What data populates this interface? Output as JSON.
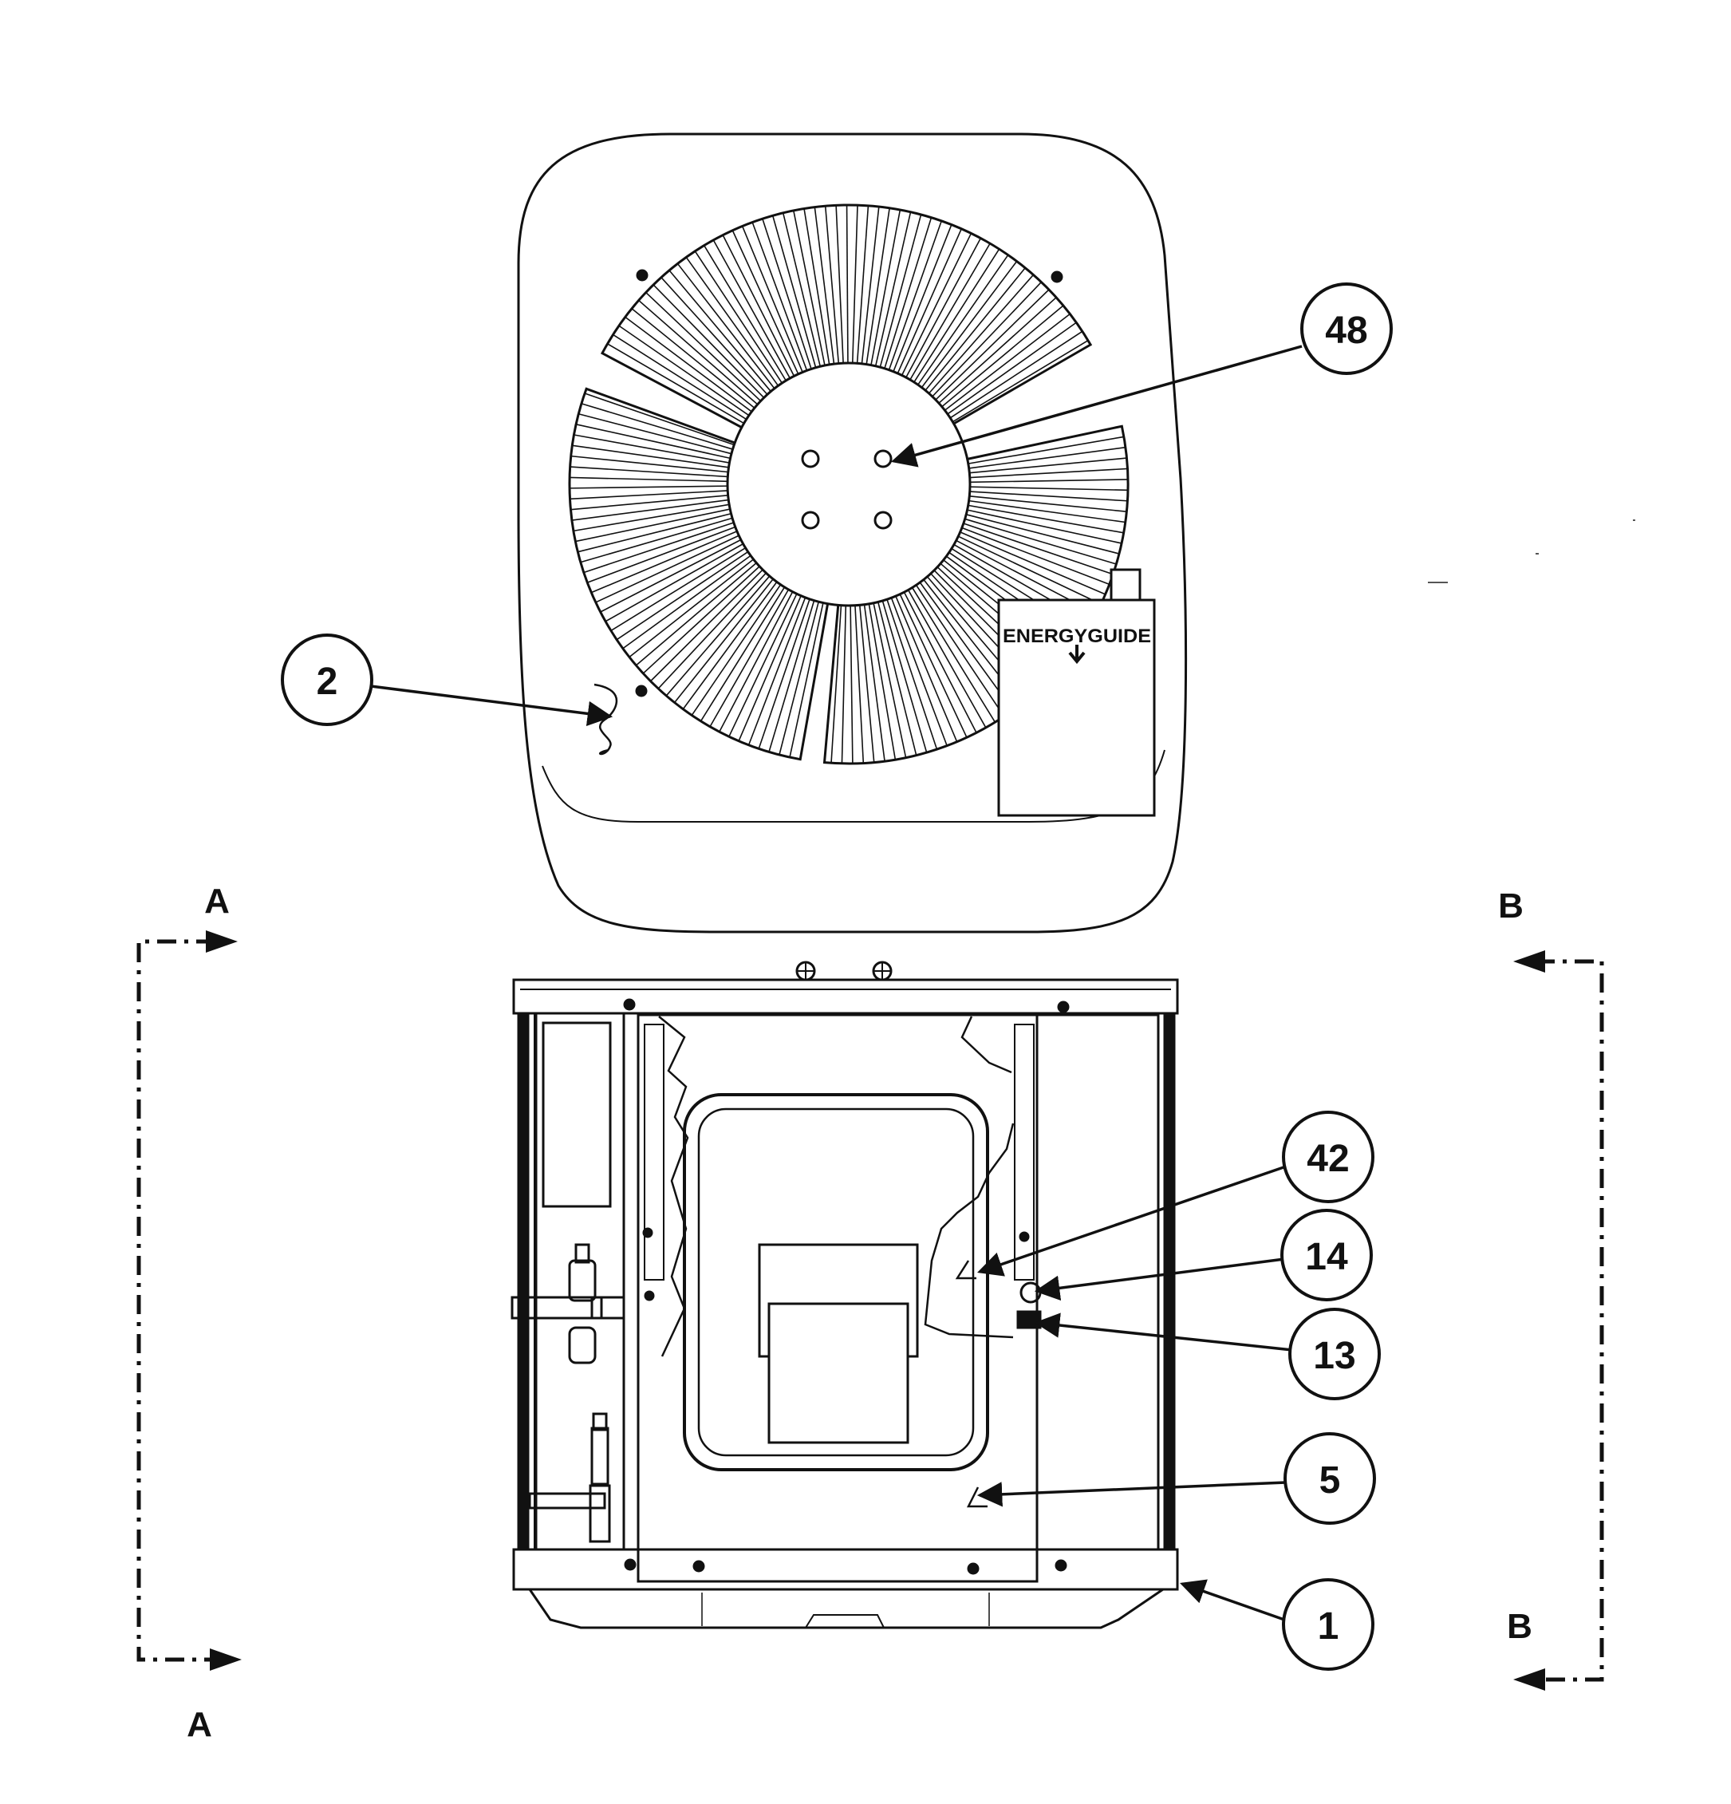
{
  "colors": {
    "ink": "#111111",
    "paper": "#ffffff",
    "panel_shade": "#f4f4f4"
  },
  "top_view": {
    "label": {
      "text": "ENERGYGUIDE",
      "icon": "arrow-down-icon"
    }
  },
  "callouts": {
    "c48": "48",
    "c2": "2",
    "c42": "42",
    "c14": "14",
    "c13": "13",
    "c5": "5",
    "c1": "1"
  },
  "section_markers": {
    "a_top": "A",
    "a_bottom": "A",
    "b_top": "B",
    "b_bottom": "B"
  }
}
